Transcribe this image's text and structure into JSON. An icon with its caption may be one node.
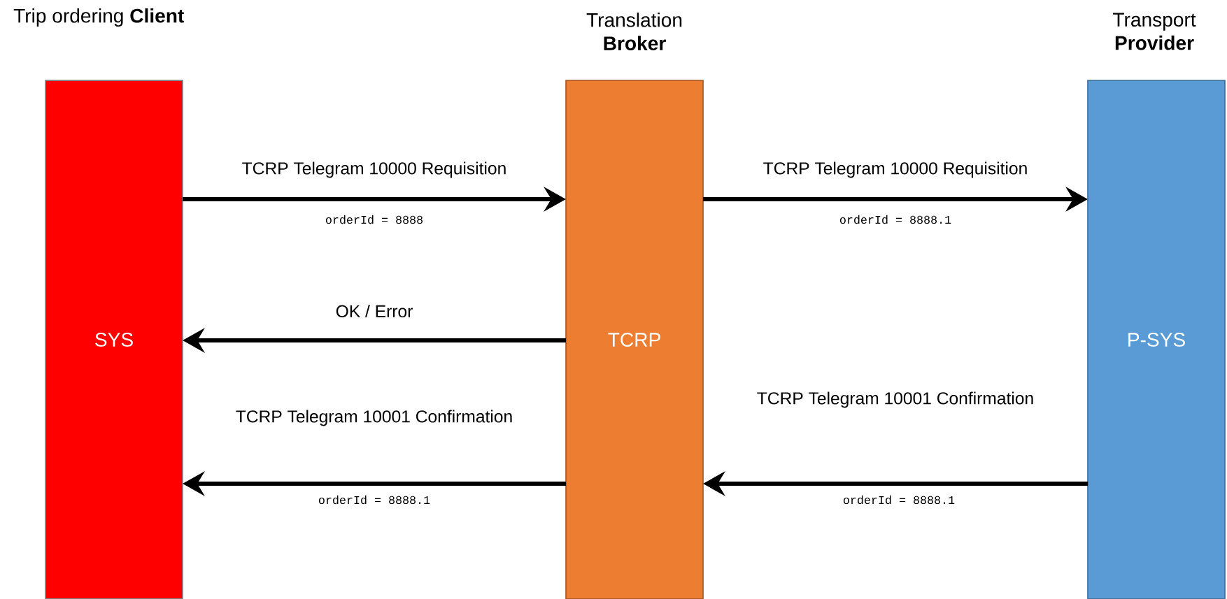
{
  "diagram": {
    "nodes": [
      {
        "text": [
          "Trip ordering **Client**",
          "SYS"
        ]
      },
      {
        "text": [
          "Translation **Broker**",
          "TCRP"
        ]
      },
      {
        "text": [
          "Transport **Provider**",
          "P-SYS"
        ]
      }
    ],
    "edges": [
      {
        "from": 0,
        "to": 1,
        "arrow": "to",
        "label": "TCRP Telegram 10000 Requisition"
      },
      {
        "from": 1,
        "to": 2,
        "arrow": "to",
        "label": "TCRP Telegram 10000 Requisition"
      },
      {
        "from": 1,
        "to": 0,
        "arrow": "to",
        "label": "OK / Error"
      },
      {
        "from": 2,
        "to": 1,
        "arrow": "to",
        "label": "TCRP Telegram 10001 Confirmation"
      },
      {
        "from": 1,
        "to": 0,
        "arrow": "to",
        "label": "TCRP Telegram 10001 Confirmation"
      }
    ],
    "labels": [
      "orderId = 8888",
      "orderId = 8888.1",
      "orderId = 8888.1",
      "orderId = 8888.1"
    ]
  }
}
